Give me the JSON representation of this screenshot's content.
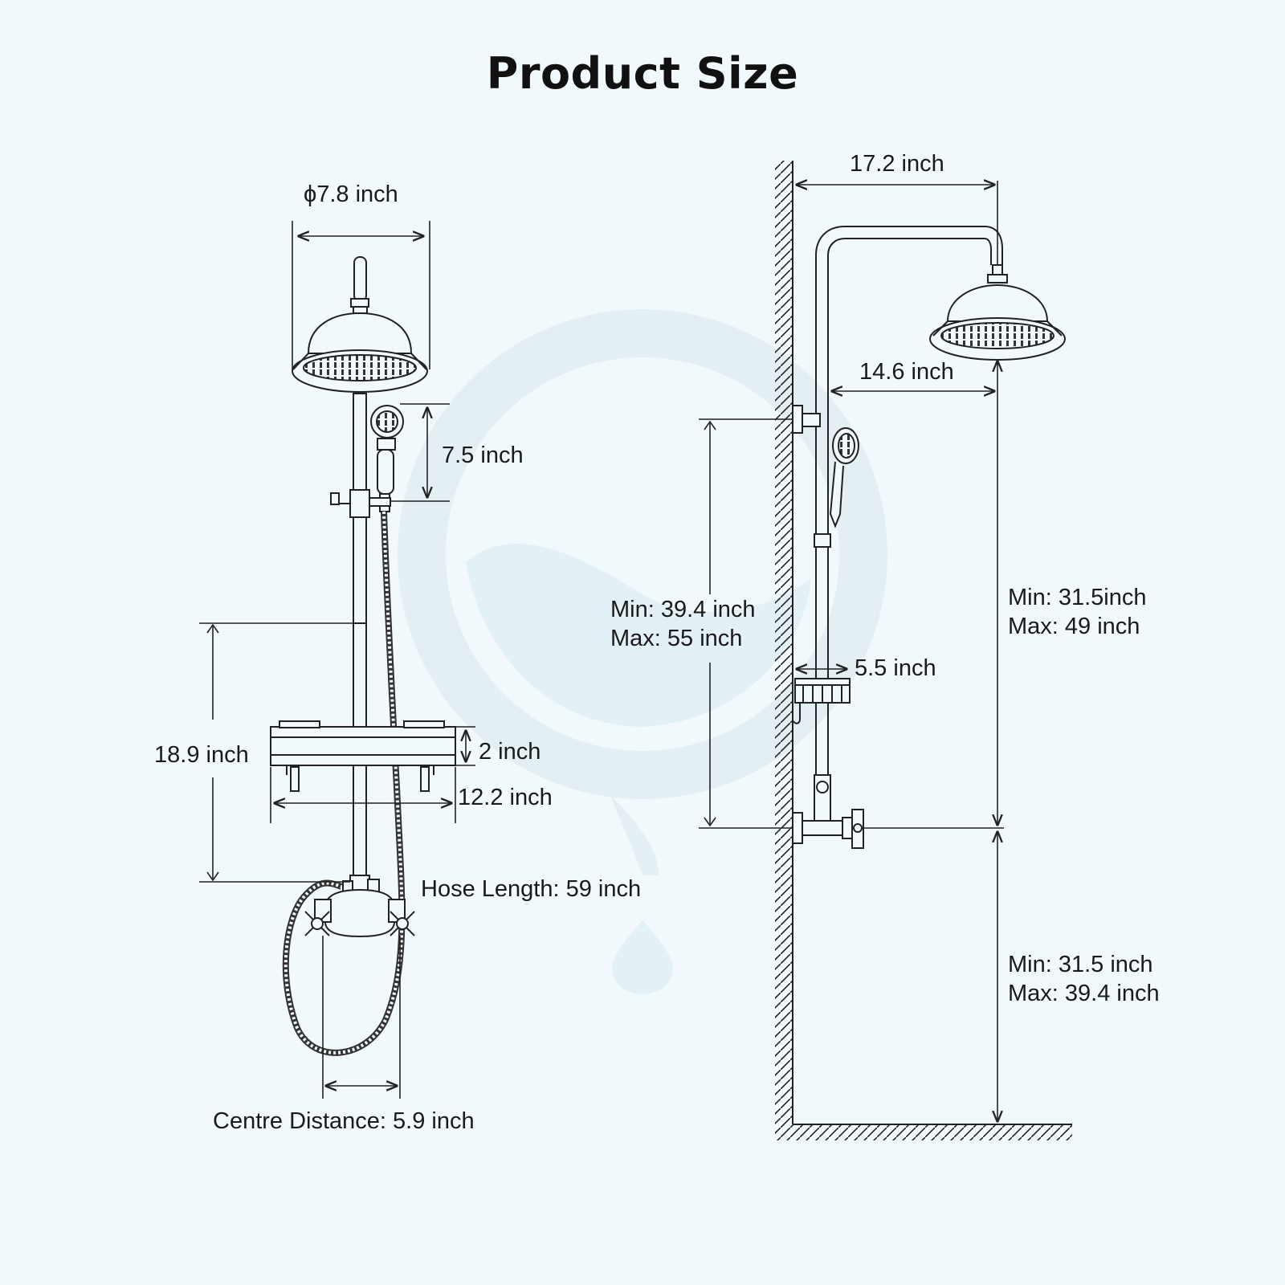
{
  "title": "Product Size",
  "front_view": {
    "head_diameter": "ϕ7.8 inch",
    "handheld_height": "7.5 inch",
    "rail_to_shelf": "18.9 inch",
    "shelf_height": "2 inch",
    "shelf_width": "12.2 inch",
    "hose_length": "Hose Length: 59 inch",
    "centre_distance": "Centre Distance: 5.9 inch"
  },
  "side_view": {
    "arm_reach": "17.2 inch",
    "head_offset": "14.6 inch",
    "shelf_depth": "5.5 inch",
    "rail_height_min": "Min: 39.4 inch",
    "rail_height_max": "Max: 55 inch",
    "head_height_min": "Min: 31.5inch",
    "head_height_max": "Max: 49 inch",
    "valve_height_min": "Min: 31.5 inch",
    "valve_height_max": "Max: 39.4 inch"
  }
}
